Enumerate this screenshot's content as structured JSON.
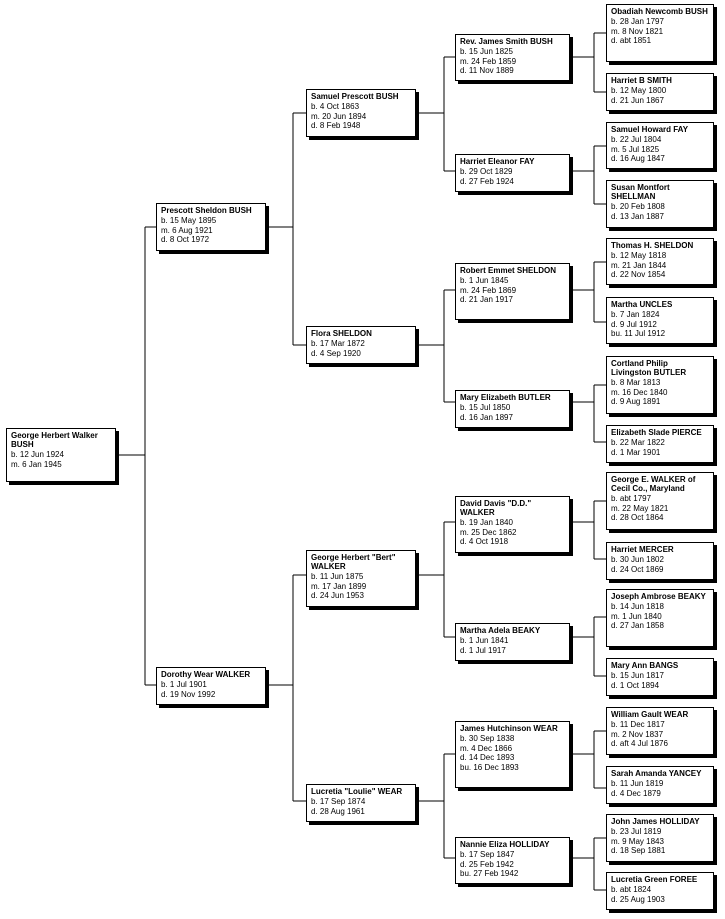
{
  "people": {
    "p1": {
      "name": "George Herbert Walker BUSH",
      "lines": [
        "b. 12 Jun 1924",
        "m. 6 Jan 1945"
      ]
    },
    "p2": {
      "name": "Prescott Sheldon BUSH",
      "lines": [
        "b. 15 May 1895",
        "m. 6 Aug 1921",
        "d. 8 Oct 1972"
      ]
    },
    "p3": {
      "name": "Dorothy Wear WALKER",
      "lines": [
        "b. 1 Jul 1901",
        "d. 19 Nov 1992"
      ]
    },
    "p4": {
      "name": "Samuel Prescott BUSH",
      "lines": [
        "b. 4 Oct 1863",
        "m. 20 Jun 1894",
        "d. 8 Feb 1948"
      ]
    },
    "p5": {
      "name": "Flora SHELDON",
      "lines": [
        "b. 17 Mar 1872",
        "d. 4 Sep 1920"
      ]
    },
    "p6": {
      "name": "George Herbert \"Bert\" WALKER",
      "lines": [
        "b. 11 Jun 1875",
        "m. 17 Jan 1899",
        "d. 24 Jun 1953"
      ]
    },
    "p7": {
      "name": "Lucretia \"Loulie\" WEAR",
      "lines": [
        "b. 17 Sep 1874",
        "d. 28 Aug 1961"
      ]
    },
    "p8": {
      "name": "Rev. James Smith BUSH",
      "lines": [
        "b. 15 Jun 1825",
        "m. 24 Feb 1859",
        "d. 11 Nov 1889"
      ]
    },
    "p9": {
      "name": "Harriet Eleanor FAY",
      "lines": [
        "b. 29 Oct 1829",
        "d. 27 Feb 1924"
      ]
    },
    "p10": {
      "name": "Robert Emmet SHELDON",
      "lines": [
        "b. 1 Jun 1845",
        "m. 24 Feb 1869",
        "d. 21 Jan 1917"
      ]
    },
    "p11": {
      "name": "Mary Elizabeth BUTLER",
      "lines": [
        "b. 15 Jul 1850",
        "d. 16 Jan 1897"
      ]
    },
    "p12": {
      "name": "David Davis \"D.D.\" WALKER",
      "lines": [
        "b. 19 Jan 1840",
        "m. 25 Dec 1862",
        "d. 4 Oct 1918"
      ]
    },
    "p13": {
      "name": "Martha Adela BEAKY",
      "lines": [
        "b. 1 Jun 1841",
        "d. 1 Jul 1917"
      ]
    },
    "p14": {
      "name": "James Hutchinson WEAR",
      "lines": [
        "b. 30 Sep 1838",
        "m. 4 Dec 1866",
        "d. 14 Dec 1893",
        "bu. 16 Dec 1893"
      ]
    },
    "p15": {
      "name": "Nannie Eliza HOLLIDAY",
      "lines": [
        "b. 17 Sep 1847",
        "d. 25 Feb 1942",
        "bu. 27 Feb 1942"
      ]
    },
    "p16": {
      "name": "Obadiah Newcomb BUSH",
      "lines": [
        "b. 28 Jan 1797",
        "m. 8 Nov 1821",
        "d. abt 1851"
      ]
    },
    "p17": {
      "name": "Harriet B SMITH",
      "lines": [
        "b. 12 May 1800",
        "d. 21 Jun 1867"
      ]
    },
    "p18": {
      "name": "Samuel Howard FAY",
      "lines": [
        "b. 22 Jul 1804",
        "m. 5 Jul 1825",
        "d. 16 Aug 1847"
      ]
    },
    "p19": {
      "name": "Susan Montfort SHELLMAN",
      "lines": [
        "b. 20 Feb 1808",
        "d. 13 Jan 1887"
      ]
    },
    "p20": {
      "name": "Thomas H. SHELDON",
      "lines": [
        "b. 12 May 1818",
        "m. 21 Jan 1844",
        "d. 22 Nov 1854"
      ]
    },
    "p21": {
      "name": "Martha UNCLES",
      "lines": [
        "b. 7 Jan 1824",
        "d. 9 Jul 1912",
        "bu. 11 Jul 1912"
      ]
    },
    "p22": {
      "name": "Cortland Philip Livingston BUTLER",
      "lines": [
        "b. 8 Mar 1813",
        "m. 16 Dec 1840",
        "d. 9 Aug 1891"
      ]
    },
    "p23": {
      "name": "Elizabeth Slade PIERCE",
      "lines": [
        "b. 22 Mar 1822",
        "d. 1 Mar 1901"
      ]
    },
    "p24": {
      "name": "George E. WALKER of Cecil Co., Maryland",
      "lines": [
        "b. abt 1797",
        "m. 22 May 1821",
        "d. 28 Oct 1864"
      ]
    },
    "p25": {
      "name": "Harriet MERCER",
      "lines": [
        "b. 30 Jun 1802",
        "d. 24 Oct 1869"
      ]
    },
    "p26": {
      "name": "Joseph Ambrose BEAKY",
      "lines": [
        "b. 14 Jun 1818",
        "m. 1 Jun 1840",
        "d. 27 Jan 1858"
      ]
    },
    "p27": {
      "name": "Mary Ann BANGS",
      "lines": [
        "b. 15 Jun 1817",
        "d. 1 Oct 1894"
      ]
    },
    "p28": {
      "name": "William Gault WEAR",
      "lines": [
        "b. 11 Dec 1817",
        "m. 2 Nov 1837",
        "d. aft 4 Jul 1876"
      ]
    },
    "p29": {
      "name": "Sarah Amanda YANCEY",
      "lines": [
        "b. 11 Jun 1819",
        "d. 4 Dec 1879"
      ]
    },
    "p30": {
      "name": "John James HOLLIDAY",
      "lines": [
        "b. 23 Jul 1819",
        "m. 9 May 1843",
        "d. 18 Sep 1881"
      ]
    },
    "p31": {
      "name": "Lucretia Green FOREE",
      "lines": [
        "b. abt 1824",
        "d. 25 Aug 1903"
      ]
    }
  }
}
